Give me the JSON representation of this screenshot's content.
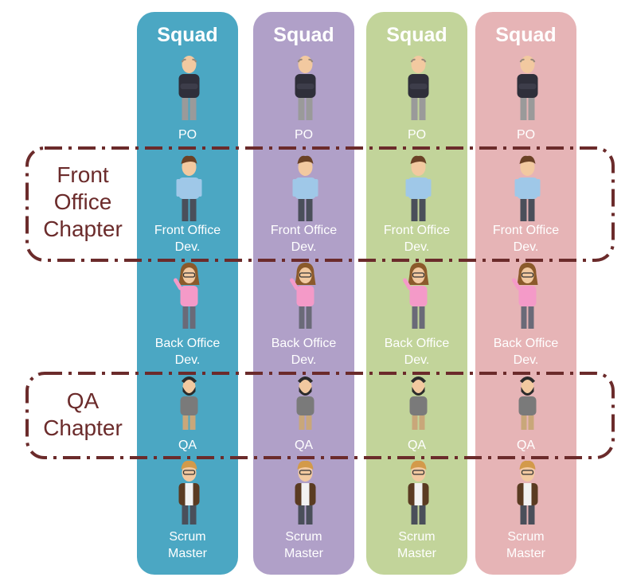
{
  "squads": [
    {
      "title": "Squad",
      "color": "#4ba7c3"
    },
    {
      "title": "Squad",
      "color": "#b0a0c8"
    },
    {
      "title": "Squad",
      "color": "#c2d49a"
    },
    {
      "title": "Squad",
      "color": "#e6b4b6"
    }
  ],
  "roles": [
    {
      "key": "po",
      "lines": [
        "PO"
      ],
      "figure": "po-figure-icon"
    },
    {
      "key": "front-office-dev",
      "lines": [
        "Front Office",
        "Dev."
      ],
      "figure": "front-office-dev-figure-icon"
    },
    {
      "key": "back-office-dev",
      "lines": [
        "Back Office",
        "Dev."
      ],
      "figure": "back-office-dev-figure-icon"
    },
    {
      "key": "qa",
      "lines": [
        "QA"
      ],
      "figure": "qa-figure-icon"
    },
    {
      "key": "scrum-master",
      "lines": [
        "Scrum",
        "Master"
      ],
      "figure": "scrum-master-figure-icon"
    }
  ],
  "chapters": [
    {
      "key": "front-office",
      "lines": [
        "Front",
        "Office",
        "Chapter"
      ]
    },
    {
      "key": "qa",
      "lines": [
        "QA",
        "Chapter"
      ]
    }
  ],
  "colors": {
    "chapter_border": "#6b2b2b",
    "label_text": "#ffffff"
  }
}
